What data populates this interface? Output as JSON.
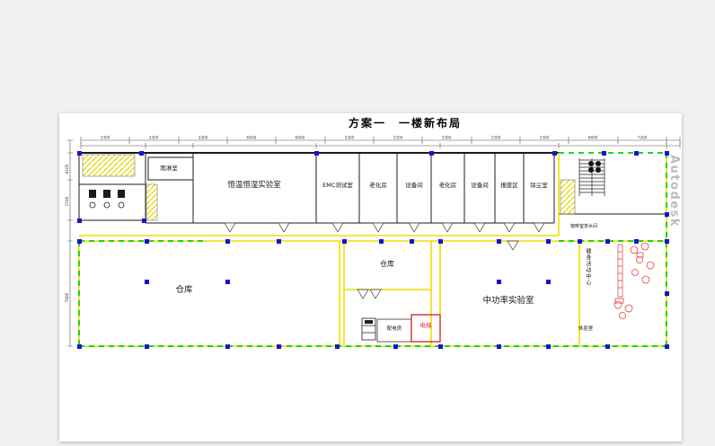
{
  "title": "方案一　一楼新布局",
  "watermark": "Autodesk",
  "rooms": {
    "rain": "雨淋室",
    "climate_lab": "恒温恒湿实验室",
    "emc_lab": "EMC测试室",
    "aging_1": "老化房",
    "equipment_1": "设备间",
    "aging_2": "老化房",
    "equipment_2": "设备间",
    "scrap_area": "报废区",
    "dust_room": "除尘室",
    "warehouse_main": "仓库",
    "warehouse_small": "仓库",
    "power_room": "配电房",
    "elevator": "电梯",
    "mid_power_lab": "中功率实验室",
    "coffee_tea": "咖啡室茶水间",
    "fitness_center": "健身活动中心",
    "lounge": "休息室"
  },
  "dimensions": {
    "top": [
      "3300",
      "3300",
      "3300",
      "6600",
      "6600",
      "3300",
      "3300",
      "3300",
      "3300",
      "3300",
      "6600",
      "7200"
    ],
    "left": [
      "8100",
      "2100",
      "7800"
    ]
  },
  "colors": {
    "wall_yellow": "#eedd00",
    "boundary_green": "#00cf00",
    "column_blue": "#1414d2",
    "alert_red": "#d23030"
  }
}
